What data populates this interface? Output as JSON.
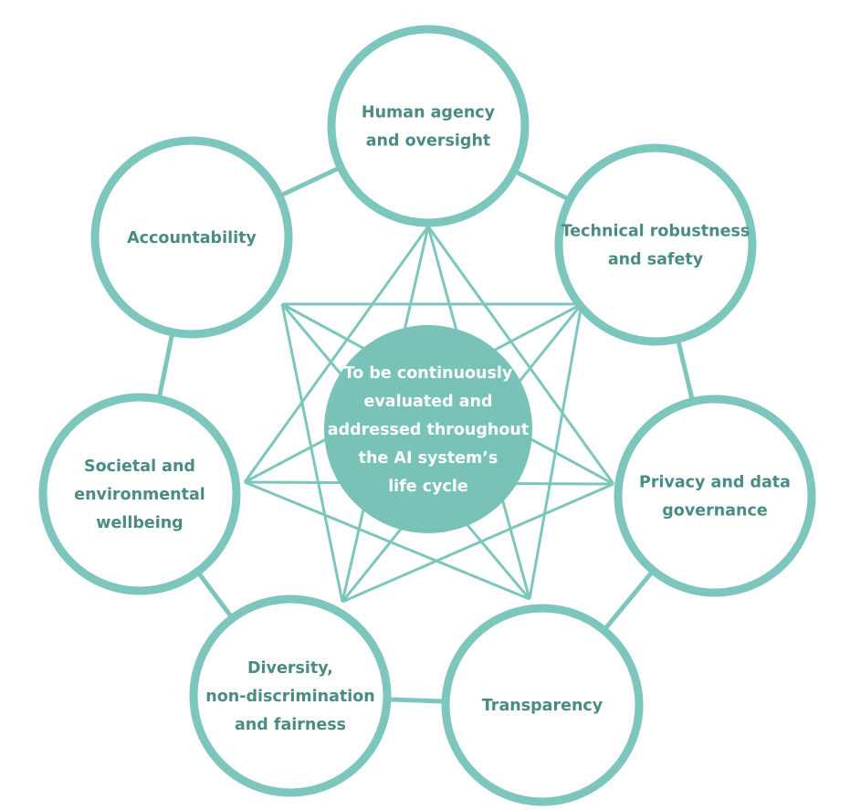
{
  "colors": {
    "accent": "#7cc6bd",
    "center_fill": "#78c2b8",
    "label_text": "#4a8c84",
    "center_text": "#ffffff",
    "background": "#ffffff"
  },
  "center": {
    "lines": [
      "To be continuously",
      "evaluated and",
      "addressed throughout",
      "the AI system’s",
      "life cycle"
    ]
  },
  "nodes": [
    {
      "id": "human-agency",
      "lines": [
        "Human agency",
        "and oversight"
      ]
    },
    {
      "id": "technical-robustness",
      "lines": [
        "Technical robustness",
        "and safety"
      ]
    },
    {
      "id": "privacy",
      "lines": [
        "Privacy and data",
        "governance"
      ]
    },
    {
      "id": "transparency",
      "lines": [
        "Transparency"
      ]
    },
    {
      "id": "diversity",
      "lines": [
        "Diversity,",
        "non-discrimination",
        "and fairness"
      ]
    },
    {
      "id": "societal",
      "lines": [
        "Societal and",
        "environmental",
        "wellbeing"
      ]
    },
    {
      "id": "accountability",
      "lines": [
        "Accountability"
      ]
    }
  ]
}
